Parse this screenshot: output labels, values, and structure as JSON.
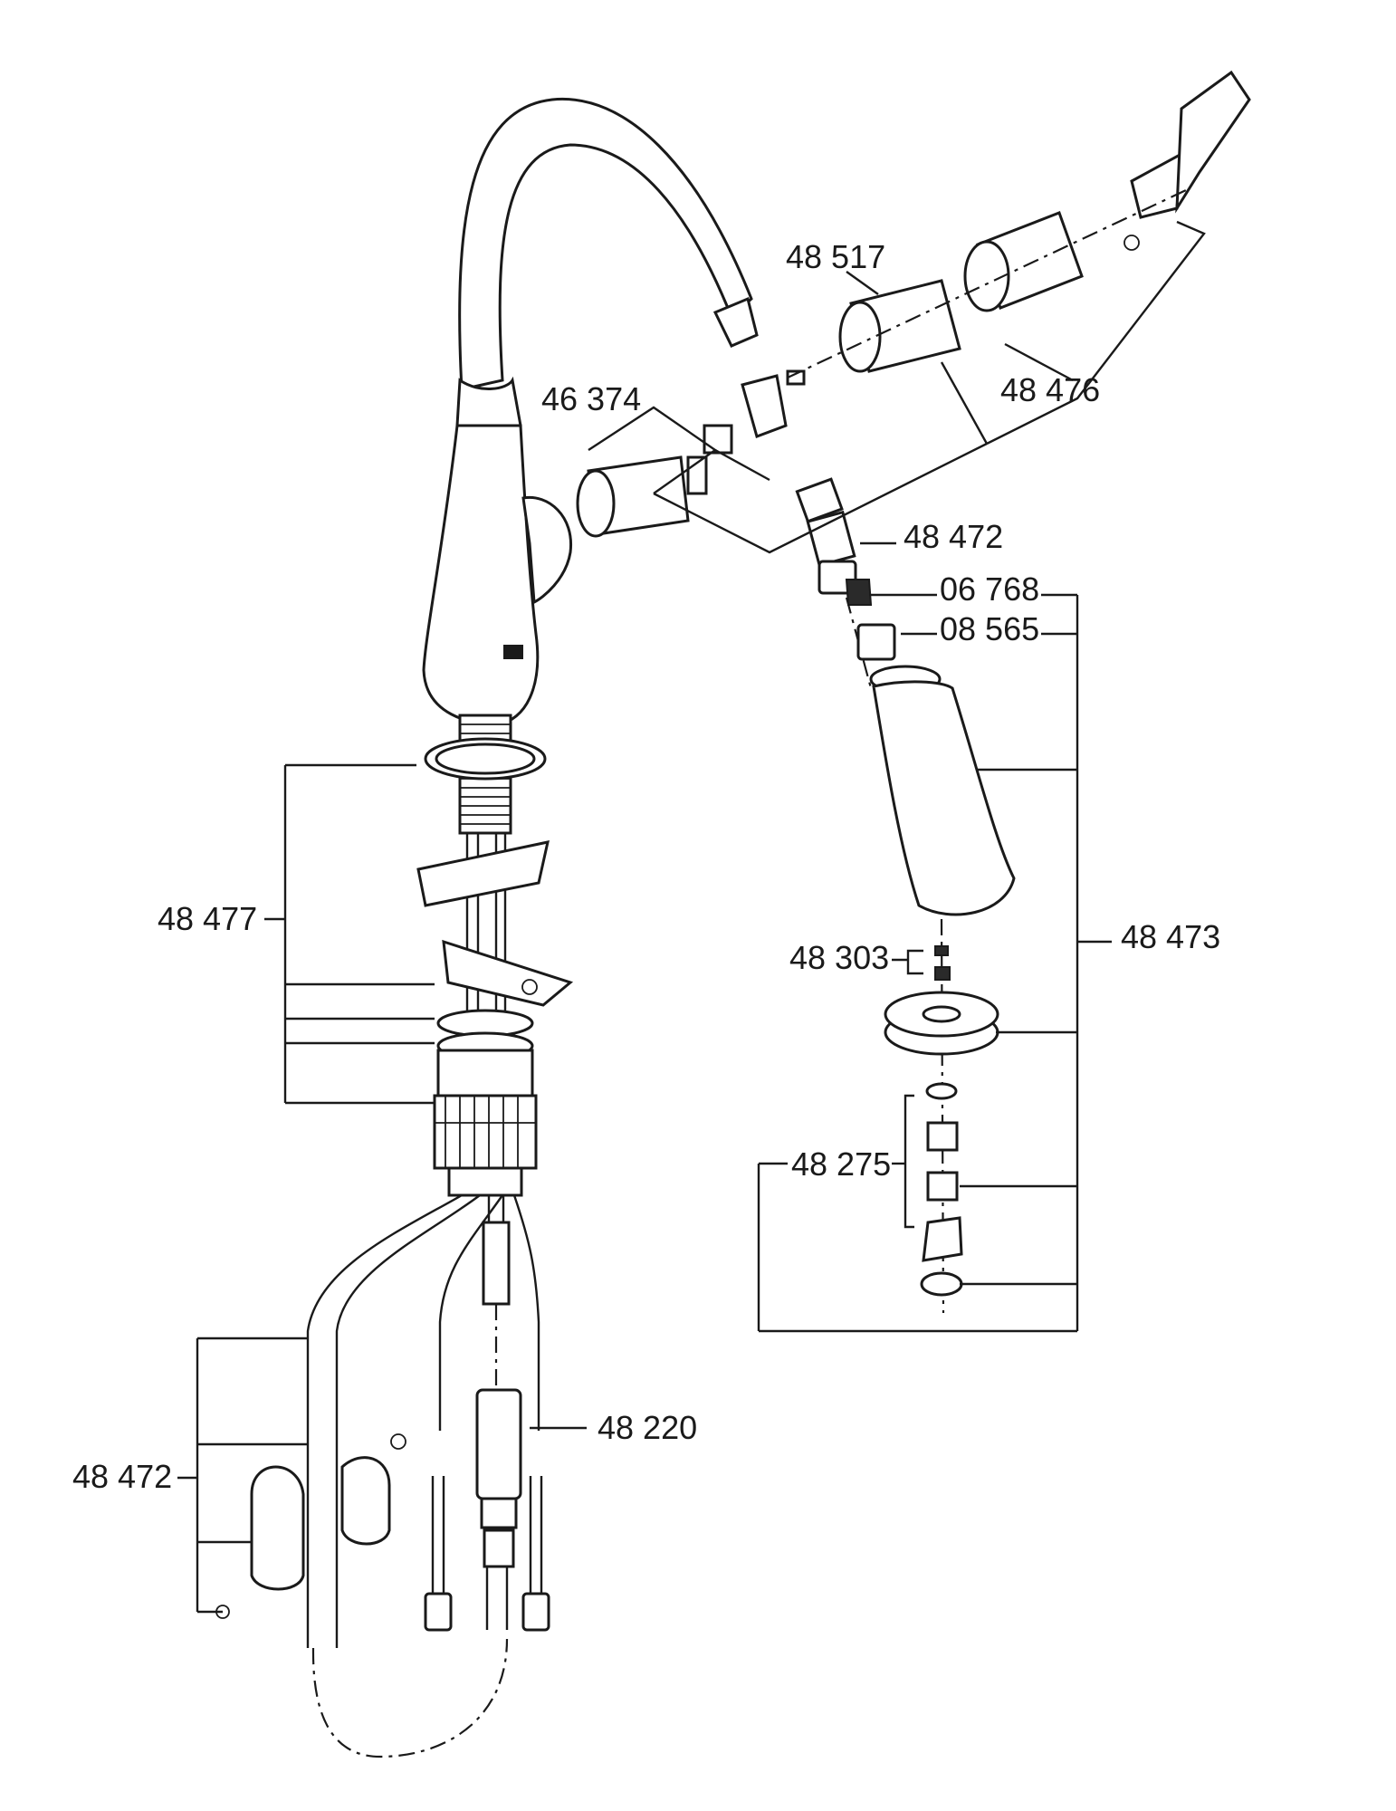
{
  "part_labels": {
    "cartridge": "46 374",
    "aerator_housing_upper": "48 517",
    "lever_handle_set": "48 476",
    "hose_connector": "48 472",
    "washer_set": "06 768",
    "check_valve": "08 565",
    "spray_head": "48 473",
    "spray_screws": "48 303",
    "aerator_set": "48 275",
    "mounting_set": "48 477",
    "quick_connector": "48 220",
    "hose_weight": "48 472"
  }
}
